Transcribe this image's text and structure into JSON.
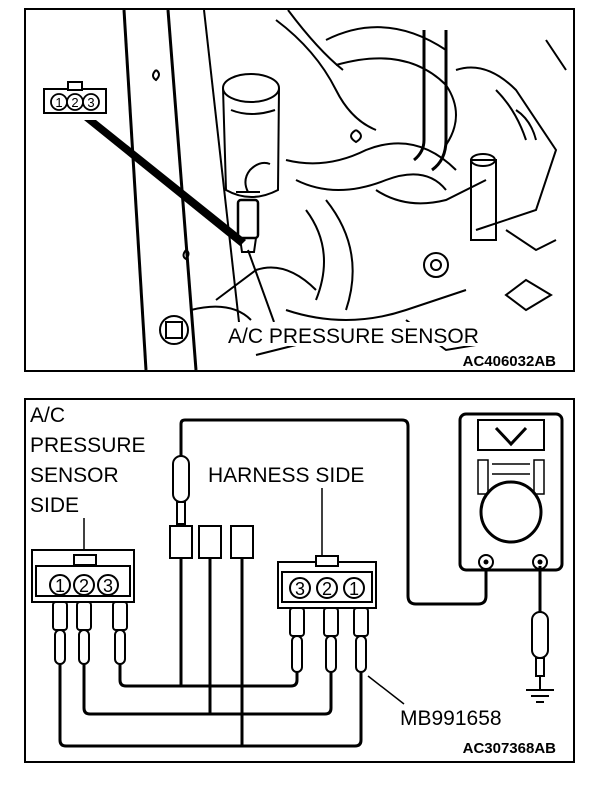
{
  "figure1": {
    "connector_pins": [
      "1",
      "2",
      "3"
    ],
    "sensor_label": "A/C PRESSURE SENSOR",
    "figure_code": "AC406032AB"
  },
  "figure2": {
    "sensor_side_label_lines": [
      "A/C",
      "PRESSURE",
      "SENSOR",
      "SIDE"
    ],
    "harness_side_label": "HARNESS SIDE",
    "sensor_pins": [
      "1",
      "2",
      "3"
    ],
    "harness_pins": [
      "3",
      "2",
      "1"
    ],
    "tool_label": "MB991658",
    "figure_code": "AC307368AB"
  }
}
